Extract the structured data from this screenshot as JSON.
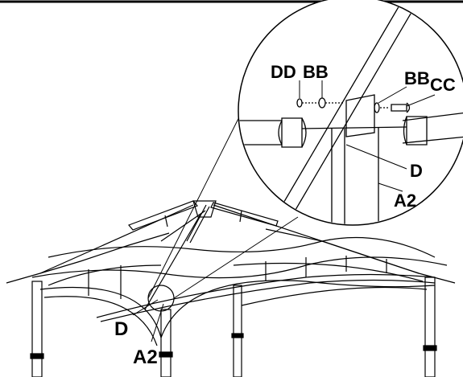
{
  "diagram": {
    "detail_labels": {
      "dd": "DD",
      "bb_left": "BB",
      "bb_right": "BB",
      "cc": "CC",
      "d": "D",
      "a2": "A2"
    },
    "main_labels": {
      "d": "D",
      "a2": "A2"
    },
    "colors": {
      "line": "#000000",
      "background": "#ffffff"
    }
  }
}
